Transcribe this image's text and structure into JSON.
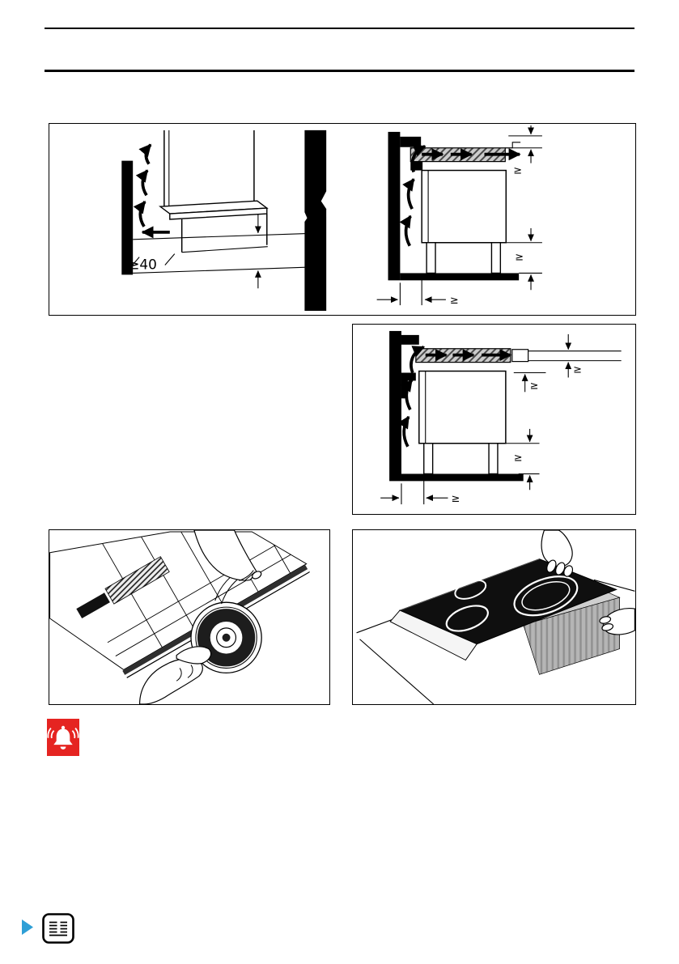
{
  "page": {
    "background": "#ffffff"
  },
  "labels": {
    "plinth_min_depth": "≥40",
    "min_symbol": "≥"
  },
  "icons": {
    "warning": "alarm-bell-icon",
    "note": "booklet-icon",
    "pointer": "right-triangle-icon"
  },
  "colors": {
    "warning_red": "#e52421",
    "pointer_teal": "#2e9fd6",
    "ink": "#000000",
    "hatch_gray": "#cccccc",
    "cutout_gray": "#b5b5b5"
  },
  "figures": {
    "fig1": "Airflow behind kitchen unit with minimum 40 mm plinth gap and built-in hob cross-section with minimum clearances",
    "fig2": "Built-in hob cross-section against wall with airflow arrows and minimum clearance dimensions",
    "fig3": "Applying the sealing tape from the roll to the underside edge of the hob",
    "fig4": "Lowering the glass-ceramic hob into the worktop cutout"
  }
}
